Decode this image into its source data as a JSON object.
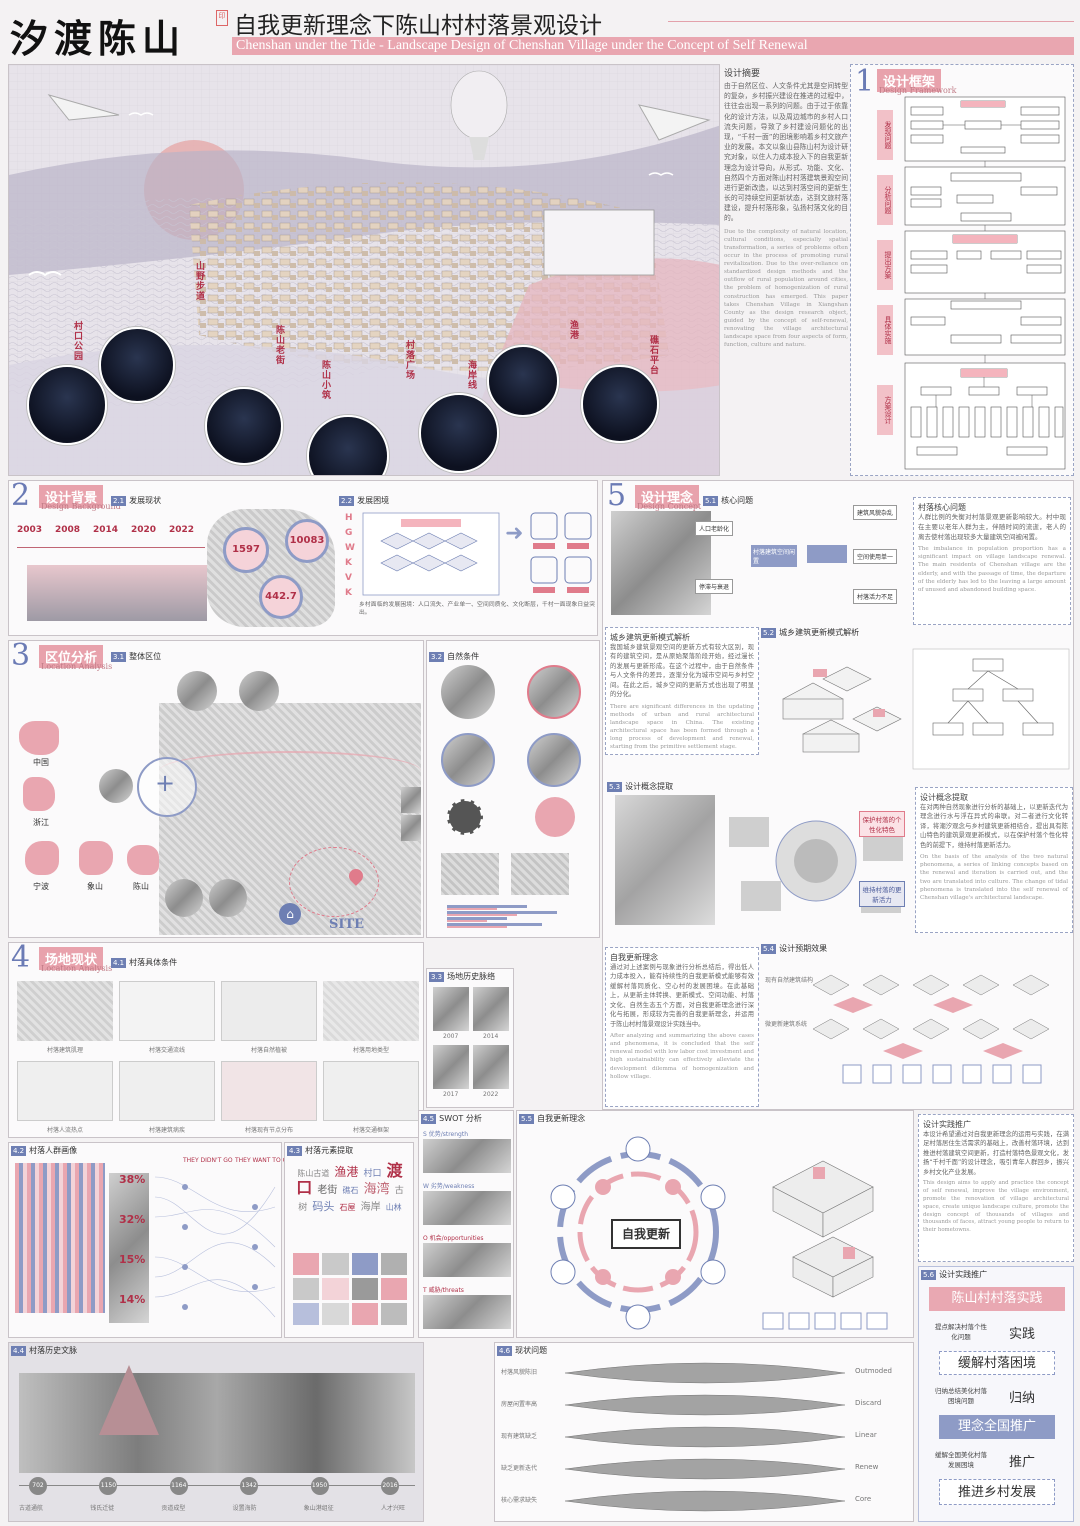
{
  "header": {
    "title_cn": "汐渡陈山",
    "seal": "印",
    "subtitle_cn": "自我更新理念下陈山村村落景观设计",
    "subtitle_en": "Chenshan under the Tide - Landscape Design of Chenshan Village under the Concept of Self Renewal"
  },
  "hero": {
    "node_labels": [
      "村口公园",
      "山野步道",
      "陈山老街",
      "村落广场",
      "陈山小筑",
      "海岸线",
      "渔港",
      "礁石平台"
    ],
    "abstract_title": "设计摘要",
    "abstract_cn": "由于自然区位、人文条件尤其是空间转型的复杂，乡村振兴建设在推进的过程中，往往会出现一系列的问题。由于过于依靠化的设计方法，以及周边城市的乡村人口流失问题，导致了乡村建设问题化的出现，“千村一面”的困境影响着乡村文旅产业的发展。本文以象山县陈山村为设计研究对象，以住人力成本投入下的自我更新理念为设计导向，从形式、功能、文化、自然四个方面对陈山村村落建筑景观空间进行更新改造，以达到村落空间的更新生长的可持续空间更新状态，达到文旅村落建设，提升村落形象，弘扬村落文化的目的。",
    "abstract_en": "Due to the complexity of natural location, cultural conditions, especially spatial transformation, a series of problems often occur in the process of promoting rural revitalization. Due to the over-reliance on standardized design methods and the outflow of rural population around cities, the problem of homogenization of rural construction has emerged. This paper takes Chenshan Village in Xiangshan County as the design research object, guided by the concept of self-renewal, renovating the village architectural landscape space from four aspects of form, function, culture and nature."
  },
  "framework": {
    "num": "1",
    "title_cn": "设计框架",
    "title_en": "Design Framework",
    "side_labels": [
      "发现问题",
      "分析问题",
      "提出方案",
      "具体实施",
      "方案设计"
    ]
  },
  "sec2": {
    "num": "2",
    "title_cn": "设计背景",
    "title_en": "Design Background",
    "s1": "2.1",
    "s1_label": "发展现状",
    "years": [
      "2003",
      "2008",
      "2014",
      "2020",
      "2022"
    ],
    "stats": [
      "1597",
      "10083",
      "442.7"
    ],
    "s2": "2.2",
    "s2_label": "发展困境",
    "letters": [
      "H",
      "G",
      "W",
      "K",
      "V",
      "K"
    ],
    "caption": "乡村面临的发展困境：人口流失、产业单一、空间同质化、文化断层，千村一面现象日益突出。"
  },
  "sec5": {
    "num": "5",
    "title_cn": "设计理念",
    "title_en": "Design Concept",
    "s1": "5.1",
    "s1_label": "核心问题",
    "core_title": "村落核心问题",
    "core_cn": "人群比例的失衡对村落景观更新影响较大。村中现在主要以老年人群为主，伴随时间的流逝，老人的离去使村落出现较多大量建筑空间被闲置。",
    "core_en": "The imbalance in population proportion has a significant impact on village landscape renewal. The main residents of Chenshan village are the elderly, and with the passage of time, the departure of the elderly has led to the leaving a large amount of unused and abandoned building space.",
    "core_nodes": [
      "人口老龄化",
      "停滞与衰退",
      "村落建筑空间闲置",
      "建筑风貌杂乱",
      "空间使用单一",
      "村落活力不足"
    ],
    "mode_title": "城乡建筑更新模式解析",
    "mode_cn": "我国城乡建筑景观空间的更新方式有较大区别，现有的建筑空间，是从原始聚落阶段开始，经过漫长的发展与更新形成。在这个过程中，由于自然条件与人文条件的差异，逐渐分化为城市空间与乡村空间。在此之后，城乡空间的更新方式也出现了明显的分化。",
    "mode_en": "There are significant differences in the updating methods of urban and rural architectural landscape space in China. The existing architectural space has been formed through a long process of development and renewal, starting from the primitive settlement stage.",
    "s2": "5.2",
    "s2_label": "城乡建筑更新模式解析",
    "s3": "5.3",
    "s3_label": "设计概念提取",
    "extract_title": "设计概念提取",
    "extract_cn": "在对两种自然现象进行分析的基础上，以更新迭代为理念进行水与浮在异式的串联。对二者进行文化转译，将潮汐观念与乡村建筑更新相结合，提出具有陈山特色的建筑景观更新模式，以在保护村落个性化特色的前提下，维持村落更新活力。",
    "extract_en": "On the basis of the analysis of the two natural phenomena, a series of linking concepts based on the renewal and iteration is carried out, and the two are translated into culture. The change of tidal phenomena is translated into the self renewal of Chenshan village's architectural landscape.",
    "extract_nodes": [
      "保护村落的个性化特色",
      "维持村落的更新活力"
    ],
    "self_title": "自我更新理念",
    "self_cn": "通过对上述案例与现象进行分析总结后，得出低人力成本投入，能有持续性的自我更新模式能够有效缓解村落同质化、空心村的发展困境。在此基础上，从更新主体转换、更新模式、空间功能、村落文化、自然生态五个方面，对自我更新理念进行深化与拓展，形成较为完善的自我更新理念，并运用于陈山村村落景观设计实践当中。",
    "self_en": "After analyzing and summarizing the above cases and phenomena, it is concluded that the self renewal model with low labor cost investment and high sustainability can effectively alleviate the development dilemma of homogenization and hollow village.",
    "s4": "5.4",
    "s4_label": "设计预期效果",
    "expect_labels": [
      "现有自然建筑结构",
      "微更新建筑系统"
    ],
    "s5": "5.5",
    "s5_label": "自我更新理念",
    "hub_label": "自我更新",
    "practice_title": "设计实践推广",
    "practice_cn": "本设计希望通过对自我更新理念的运用与实践，在满足村落居住生活需求的基础上，改善村落环境，达到推进村落建筑空间更新，打造村落特色景观文化，发扬“千村千面”的设计理念，吸引青年人群回乡，振兴乡村文化产业发展。",
    "practice_en": "This design aims to apply and practice the concept of self renewal, improve the village environment, promote the renovation of village architectural space, create unique landscape culture, promote the design concept of thousands of villages and thousands of faces, attract young people to return to their hometowns.",
    "s6": "5.6",
    "s6_label": "设计实践推广",
    "promo": {
      "p1": "陈山村村落实践",
      "p1_left": "提点解决村落个性化问题",
      "p1_right": "实践",
      "p2": "缓解村落困境",
      "p2_left": "归纳总结美化村落困境问题",
      "p2_right": "归纳",
      "p3": "理念全国推广",
      "p3_left": "缓解全国美化村落发展困境",
      "p3_right": "推广",
      "p4": "推进乡村发展"
    }
  },
  "sec3": {
    "num": "3",
    "title_cn": "区位分析",
    "title_en": "Location Analysis",
    "s1": "3.1",
    "s1_label": "整体区位",
    "regions": [
      "中国",
      "浙江",
      "宁波",
      "象山",
      "陈山"
    ],
    "site": "SITE",
    "s2": "3.2",
    "s2_label": "自然条件",
    "s3": "3.3",
    "s3_label": "场地历史脉络",
    "history_years": [
      "2007",
      "2014",
      "2017",
      "2022"
    ]
  },
  "sec4": {
    "num": "4",
    "title_cn": "场地现状",
    "title_en": "Location Analysis",
    "s1": "4.1",
    "s1_label": "村落具体条件",
    "maps_row1": [
      "村落建筑肌理",
      "村落交通流线",
      "村落自然植被",
      "村落用地类型"
    ],
    "maps_row2": [
      "村落人流热点",
      "村落建筑病疾",
      "村落现有节点分布",
      "村落交通框架"
    ],
    "s2": "4.2",
    "s2_label": "村落人群画像",
    "portrait_heads": [
      "THEY DIDN'T GO",
      "THEY WANT TO GO"
    ],
    "pcts": [
      "38%",
      "32%",
      "15%",
      "14%"
    ],
    "s3": "4.3",
    "s3_label": "村落元素提取",
    "words": [
      "陈山古道",
      "渔港",
      "村口",
      "渡口",
      "老街",
      "礁石",
      "海湾",
      "古树",
      "码头",
      "石屋",
      "海岸",
      "山林"
    ],
    "s4": "4.4",
    "s4_label": "村落历史文脉",
    "timeline_years": [
      "702",
      "1150",
      "1164",
      "1342",
      "1950",
      "2016"
    ],
    "timeline_labels": [
      "古道通航",
      "钱氏迁徙",
      "贡道成型",
      "设置海防",
      "象山港组征",
      "人才兴旺"
    ],
    "s5": "4.5",
    "s5_label": "SWOT 分析",
    "swot": [
      "S 优势/strength",
      "W 劣势/weakness",
      "O 机会/opportunities",
      "T 威胁/threats"
    ],
    "s6": "4.6",
    "s6_label": "现状问题",
    "problems": [
      "村落风貌陈旧",
      "房屋闲置率高",
      "现有建筑缺乏",
      "缺乏更新迭代",
      "核心需求缺失"
    ],
    "problem_en": [
      "Outmoded",
      "Discard",
      "Linear",
      "Renew",
      "Core"
    ]
  }
}
